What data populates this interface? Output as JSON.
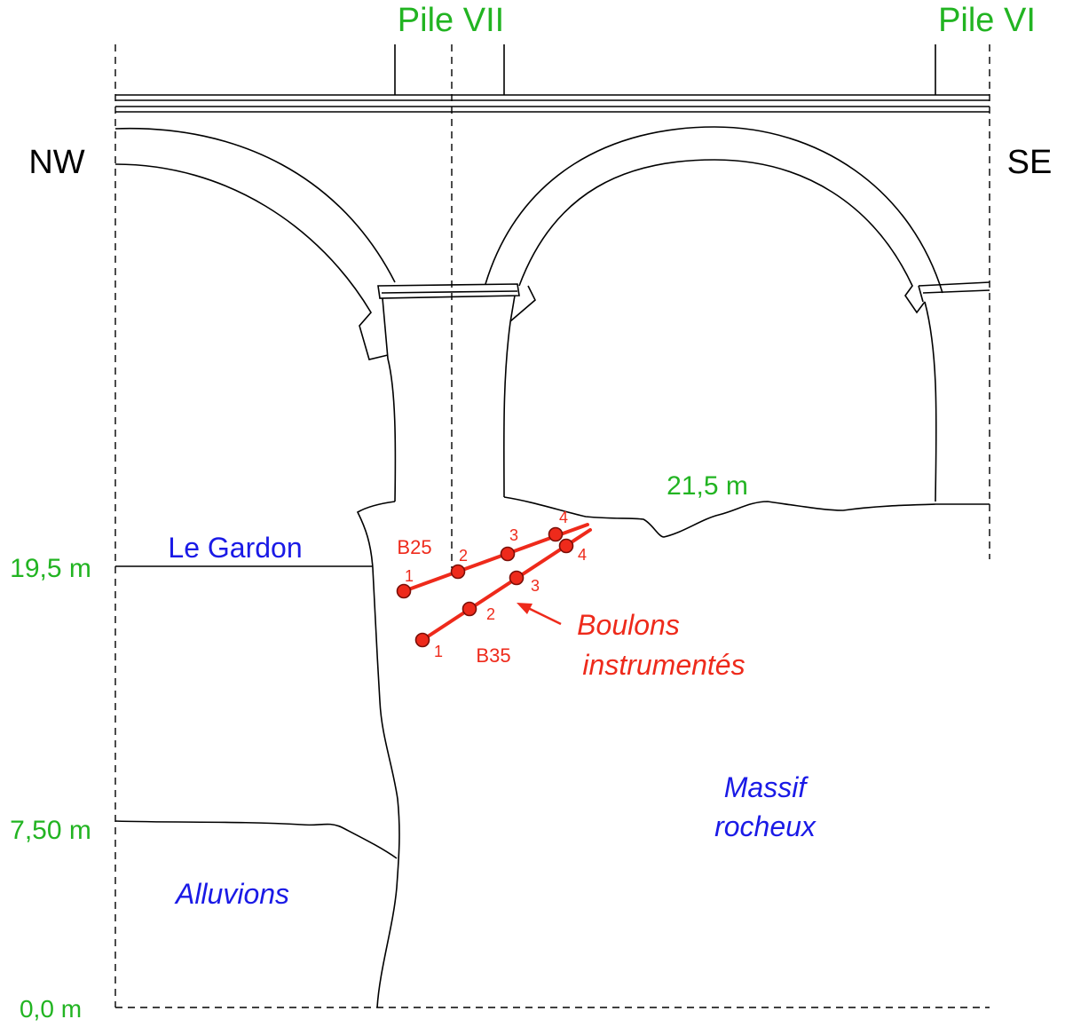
{
  "piers": {
    "pile7": "Pile VII",
    "pile6": "Pile VI"
  },
  "directions": {
    "nw": "NW",
    "se": "SE"
  },
  "elevations": {
    "e195": "19,5 m",
    "e750": "7,50 m",
    "e00": "0,0 m",
    "e215": "21,5 m"
  },
  "materials": {
    "river": "Le Gardon",
    "alluvium": "Alluvions",
    "rock_line1": "Massif",
    "rock_line2": "rocheux"
  },
  "bolts": {
    "b25": {
      "name": "B25",
      "gauges": [
        "1",
        "2",
        "3",
        "4"
      ]
    },
    "b35": {
      "name": "B35",
      "gauges": [
        "1",
        "2",
        "3",
        "4"
      ]
    },
    "caption_line1": "Boulons",
    "caption_line2": "instrumentés"
  },
  "colors": {
    "label_green": "#22b422",
    "label_blue": "#1a1ae6",
    "bolt_red": "#ee2a1b"
  }
}
